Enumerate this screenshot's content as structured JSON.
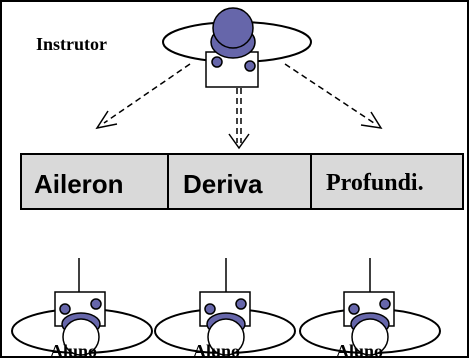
{
  "instructor": {
    "label": "Instrutor"
  },
  "controls": {
    "fill": "#d9d9d9",
    "boxes": [
      {
        "label": "Aileron"
      },
      {
        "label": "Deriva"
      },
      {
        "label": "Profundi."
      }
    ]
  },
  "students": [
    {
      "label": "Aluno"
    },
    {
      "label": "Aluno"
    },
    {
      "label": "Aluno"
    }
  ],
  "colors": {
    "head": "#6666aa",
    "head_stroke": "#000000",
    "line": "#000000",
    "background": "#ffffff"
  }
}
